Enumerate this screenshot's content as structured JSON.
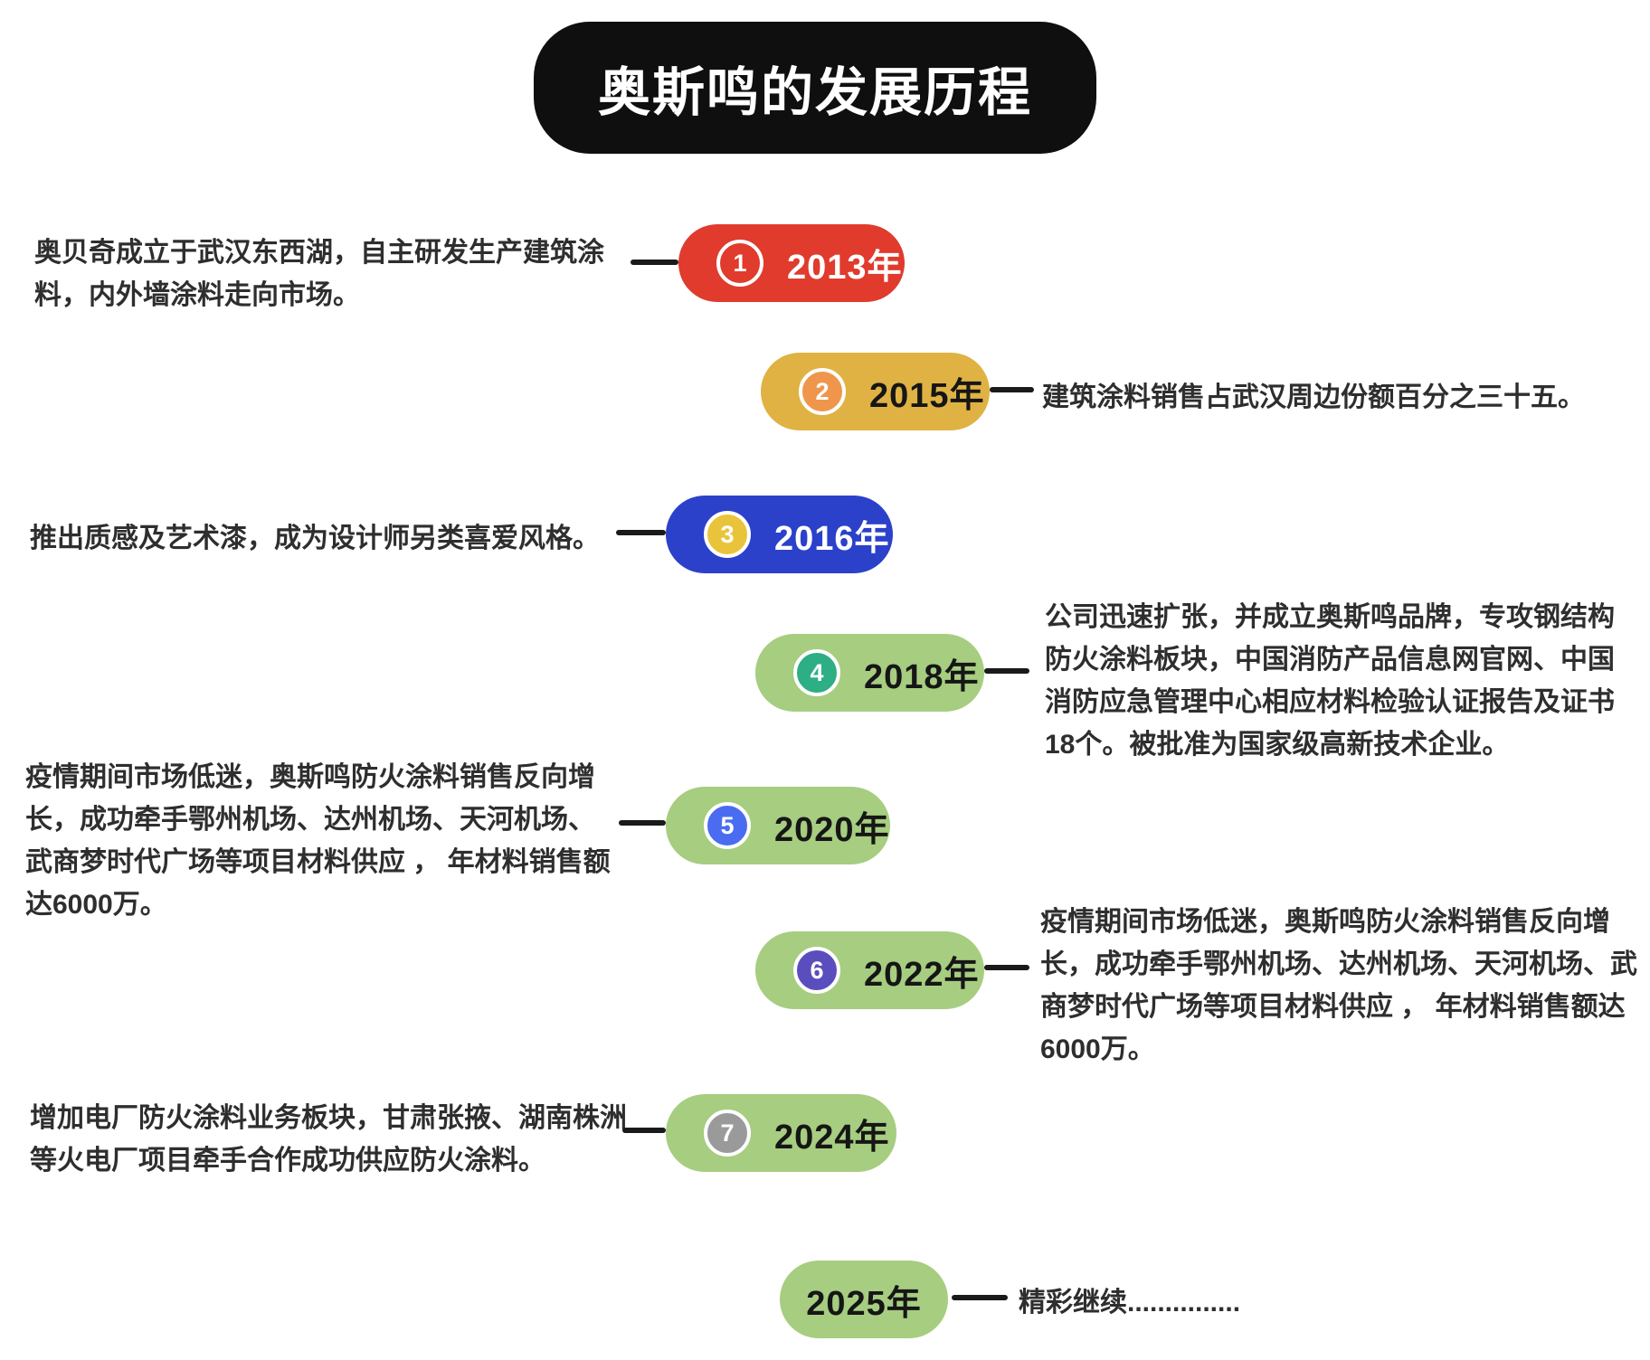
{
  "title": "奥斯鸣的发展历程",
  "colors": {
    "title_bg": "#0f0f0f",
    "pill_red": "#e03b2d",
    "pill_yellow": "#dfb243",
    "pill_blue": "#2c41ca",
    "pill_green": "#a6cd80",
    "badge_orange": "#f0964c",
    "badge_yellow": "#e9c43b",
    "badge_teal": "#2eae84",
    "badge_blue": "#4a6cf0",
    "badge_purple": "#5a4ebe",
    "badge_gray": "#9a9a9a",
    "connector": "#1a1a1a",
    "text": "#2e2e2e"
  },
  "items": [
    {
      "num": "1",
      "year": "2013年",
      "pill_color": "#e03b2d",
      "desc": "奥贝奇成立于武汉东西湖，自主研发生产建筑涂料，内外墙涂料走向市场。"
    },
    {
      "num": "2",
      "year": "2015年",
      "pill_color": "#dfb243",
      "desc": "建筑涂料销售占武汉周边份额百分之三十五。"
    },
    {
      "num": "3",
      "year": "2016年",
      "pill_color": "#2c41ca",
      "desc": "推出质感及艺术漆，成为设计师另类喜爱风格。"
    },
    {
      "num": "4",
      "year": "2018年",
      "pill_color": "#a6cd80",
      "desc": "公司迅速扩张，并成立奥斯鸣品牌，专攻钢结构防火涂料板块，中国消防产品信息网官网、中国消防应急管理中心相应材料检验认证报告及证书18个。被批准为国家级高新技术企业。"
    },
    {
      "num": "5",
      "year": "2020年",
      "pill_color": "#a6cd80",
      "desc": "疫情期间市场低迷，奥斯鸣防火涂料销售反向增长，成功牵手鄂州机场、达州机场、天河机场、武商梦时代广场等项目材料供应 ， 年材料销售额达6000万。"
    },
    {
      "num": "6",
      "year": "2022年",
      "pill_color": "#a6cd80",
      "desc": "疫情期间市场低迷，奥斯鸣防火涂料销售反向增长，成功牵手鄂州机场、达州机场、天河机场、武商梦时代广场等项目材料供应 ， 年材料销售额达6000万。"
    },
    {
      "num": "7",
      "year": "2024年",
      "pill_color": "#a6cd80",
      "desc": "增加电厂防火涂料业务板块，甘肃张掖、湖南株洲等火电厂项目牵手合作成功供应防火涂料。"
    },
    {
      "num": null,
      "year": "2025年",
      "pill_color": "#a6cd80",
      "desc": "精彩继续..............."
    }
  ]
}
